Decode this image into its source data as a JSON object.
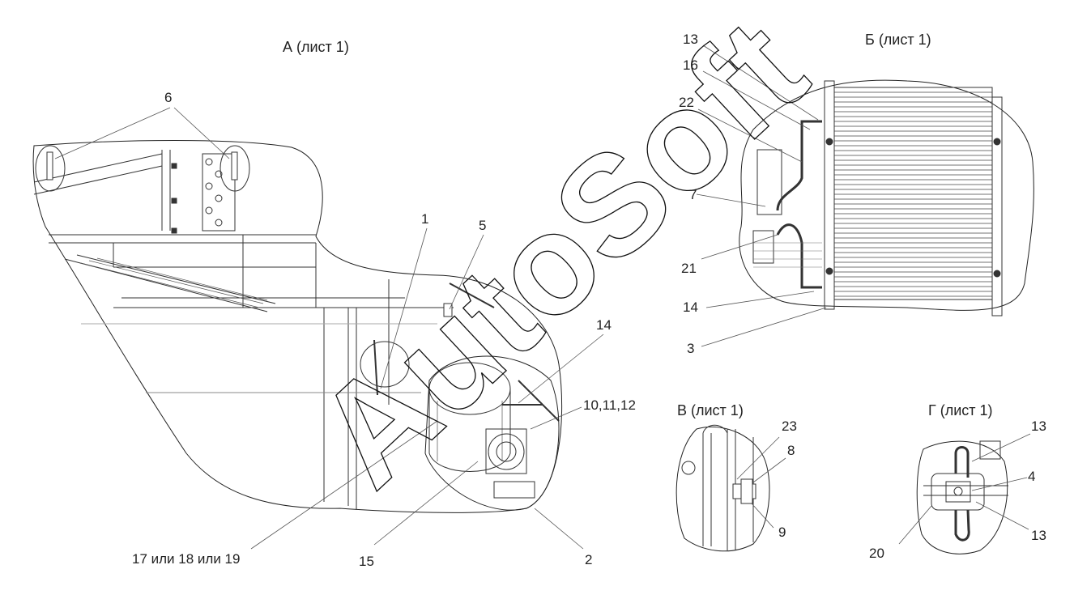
{
  "views": {
    "a": {
      "title": "А (лист 1)"
    },
    "b": {
      "title": "Б (лист 1)"
    },
    "v": {
      "title": "В (лист 1)"
    },
    "g": {
      "title": "Г (лист 1)"
    }
  },
  "callouts": {
    "a": [
      "6",
      "1",
      "5",
      "14",
      "10,11,12",
      "2",
      "15",
      "17 или 18 или 19"
    ],
    "b": [
      "13",
      "16",
      "22",
      "7",
      "21",
      "14",
      "3"
    ],
    "v": [
      "23",
      "8",
      "9"
    ],
    "g": [
      "13",
      "4",
      "13",
      "20"
    ]
  },
  "watermark": "AutoSoft",
  "colors": {
    "line": "#333333",
    "leader": "#555555",
    "watermark": "#111111"
  }
}
